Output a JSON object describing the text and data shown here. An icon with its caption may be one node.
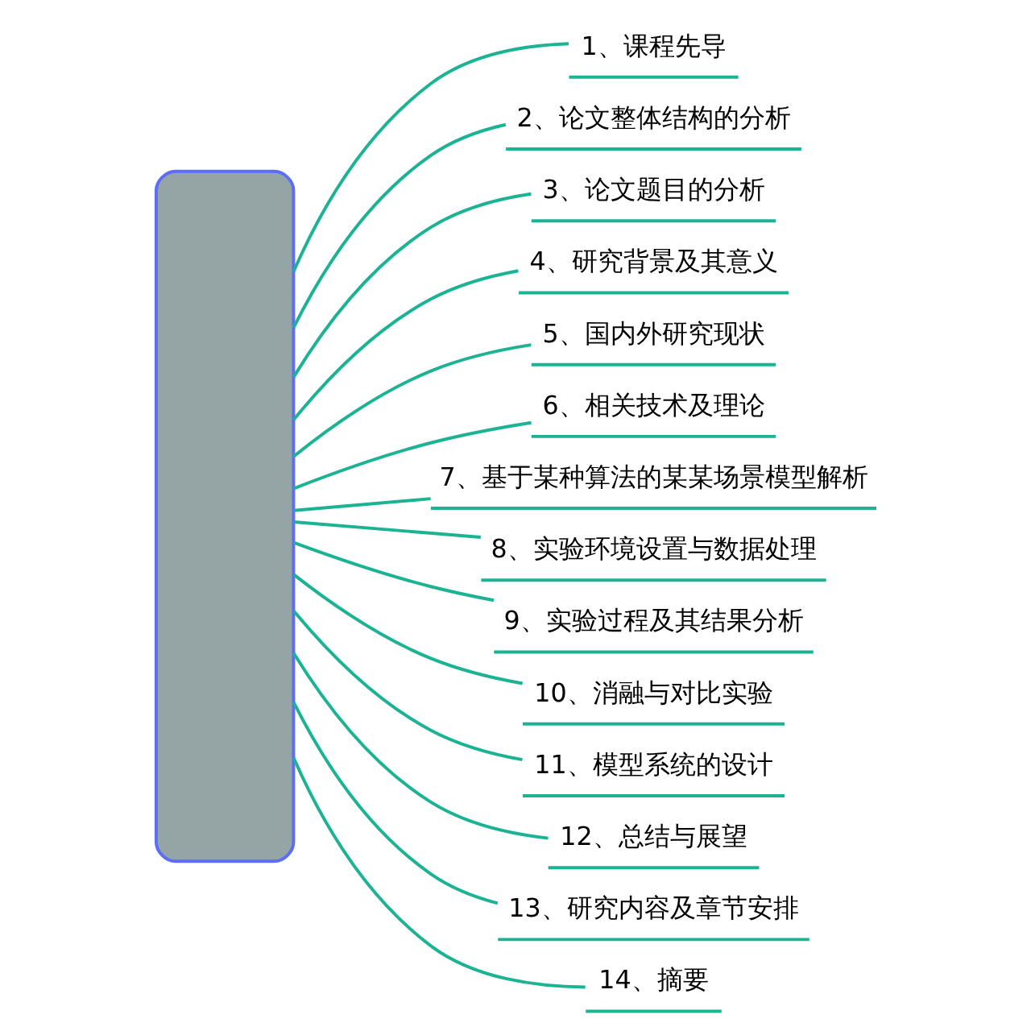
{
  "diagram": {
    "nodes": [
      {
        "text": [],
        "shape": "box"
      },
      {
        "text": [
          "1、课程先导"
        ]
      },
      {
        "text": [
          "2、论文整体结构的分析"
        ]
      },
      {
        "text": [
          "3、论文题目的分析"
        ]
      },
      {
        "text": [
          "4、研究背景及其意义"
        ]
      },
      {
        "text": [
          "5、国内外研究现状"
        ]
      },
      {
        "text": [
          "6、相关技术及理论"
        ]
      },
      {
        "text": [
          "7、基于某种算法的某某场景模型解析"
        ]
      },
      {
        "text": [
          "8、实验环境设置与数据处理"
        ]
      },
      {
        "text": [
          "9、实验过程及其结果分析"
        ]
      },
      {
        "text": [
          "10、消融与对比实验"
        ]
      },
      {
        "text": [
          "11、模型系统的设计"
        ]
      },
      {
        "text": [
          "12、总结与展望"
        ]
      },
      {
        "text": [
          "13、研究内容及章节安排"
        ]
      },
      {
        "text": [
          "14、摘要"
        ]
      }
    ],
    "edges": [
      {
        "from": 0,
        "to": 1,
        "arrow": "none"
      },
      {
        "from": 0,
        "to": 2,
        "arrow": "none"
      },
      {
        "from": 0,
        "to": 3,
        "arrow": "none"
      },
      {
        "from": 0,
        "to": 4,
        "arrow": "none"
      },
      {
        "from": 0,
        "to": 5,
        "arrow": "none"
      },
      {
        "from": 0,
        "to": 6,
        "arrow": "none"
      },
      {
        "from": 0,
        "to": 7,
        "arrow": "none"
      },
      {
        "from": 0,
        "to": 8,
        "arrow": "none"
      },
      {
        "from": 0,
        "to": 9,
        "arrow": "none"
      },
      {
        "from": 0,
        "to": 10,
        "arrow": "none"
      },
      {
        "from": 0,
        "to": 11,
        "arrow": "none"
      },
      {
        "from": 0,
        "to": 12,
        "arrow": "none"
      },
      {
        "from": 0,
        "to": 13,
        "arrow": "none"
      },
      {
        "from": 0,
        "to": 14,
        "arrow": "none"
      }
    ]
  }
}
